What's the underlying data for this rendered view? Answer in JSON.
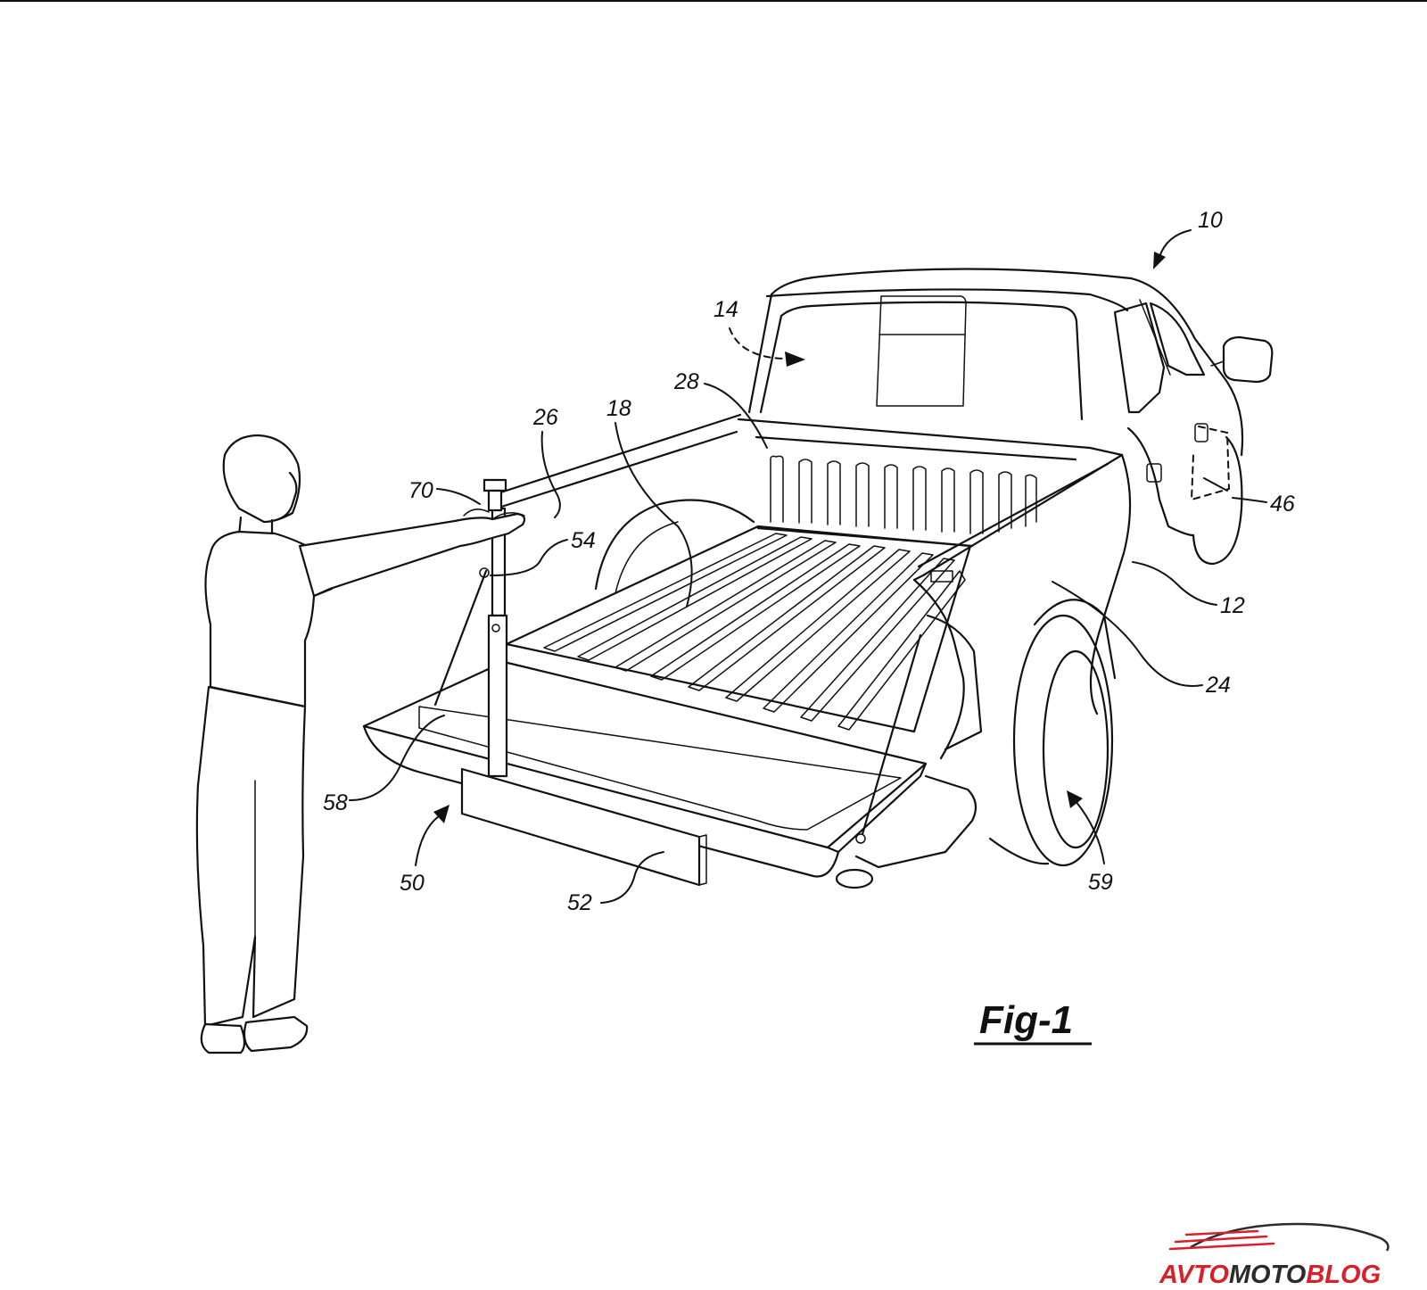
{
  "figure": {
    "label": "Fig-1",
    "refs": {
      "vehicle": "10",
      "bed_body": "12",
      "rear_window": "14",
      "bed_floor": "18",
      "bed_side": "24",
      "side_rail": "26",
      "front_wall": "28",
      "side_panel": "46",
      "lift_assembly": "50",
      "step_plate": "52",
      "post_bracket": "54",
      "tailgate_surface": "58",
      "wheel": "59",
      "post_top": "70"
    }
  },
  "watermark": {
    "part1": "AVTO",
    "part2": "MOTO",
    "part3": "BLOG",
    "color_red": "#d8202a",
    "color_dark": "#2b2b2b"
  }
}
